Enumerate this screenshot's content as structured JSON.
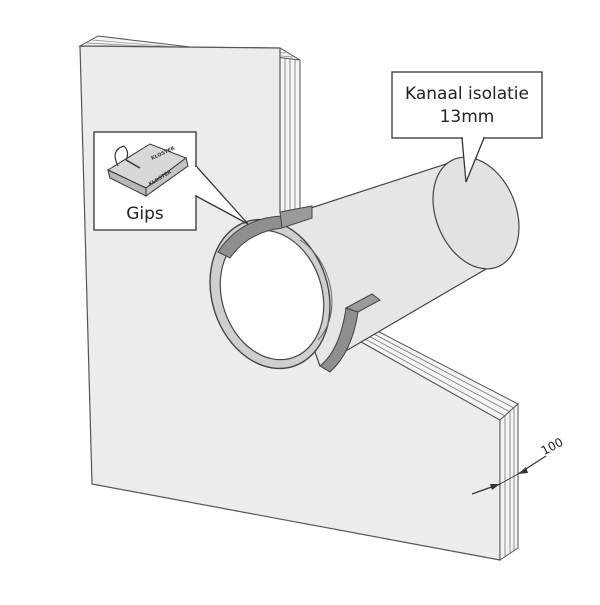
{
  "callout": {
    "line1": "Kanaal isolatie",
    "line2": "13mm"
  },
  "inset": {
    "label": "Gips",
    "bag_text_1": "KLOSTER",
    "bag_text_2": "KLOSTER"
  },
  "dimension": {
    "value": "100"
  },
  "colors": {
    "wall_face": "#eeeeee",
    "wall_edge": "#f4f4f4",
    "pipe_body": "#e6e6e6",
    "pipe_ring": "#c9c9c9",
    "gips": "#8f8f8f",
    "stroke": "#555555"
  }
}
